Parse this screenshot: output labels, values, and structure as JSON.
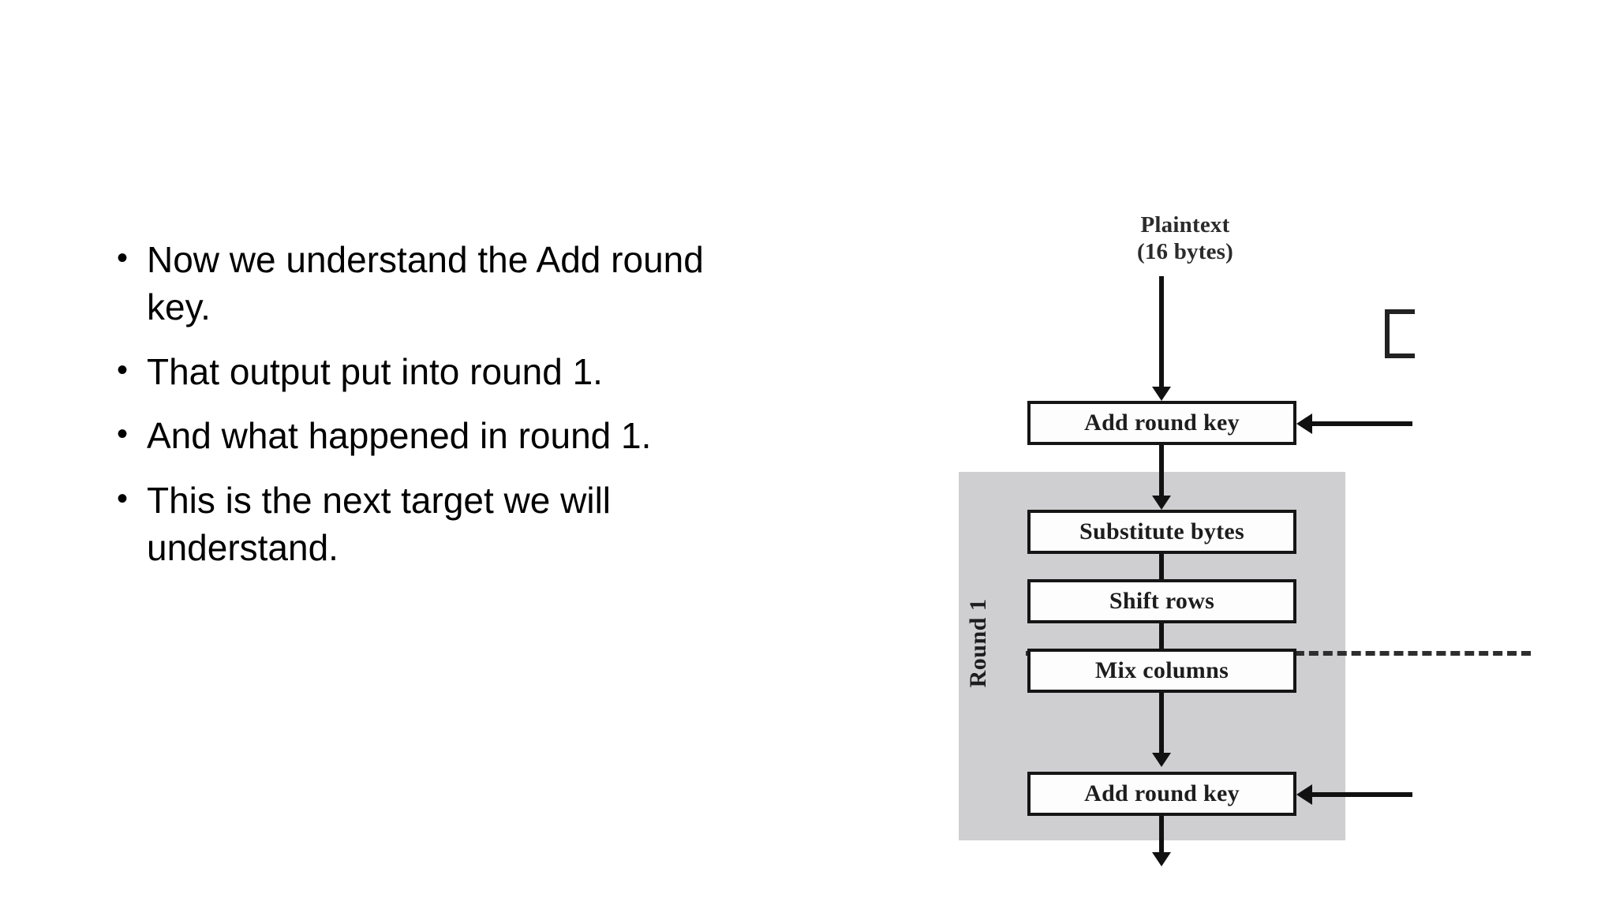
{
  "slide": {
    "background_color": "#ffffff"
  },
  "bullets": {
    "marker": "•",
    "items": [
      {
        "text": "Now we understand the Add round key."
      },
      {
        "text": "That output put into round 1."
      },
      {
        "text": "And what happened in round 1."
      },
      {
        "text": "This is the next target we will understand."
      }
    ]
  },
  "diagram": {
    "name": "aes-encryption-round-flowchart",
    "colors": {
      "box_fill": "#fdfdfd",
      "box_border": "#151515",
      "round_shade": "#cfcfd1",
      "line": "#111111",
      "text": "#1d1d1d"
    },
    "input_label": {
      "line1": "Plaintext",
      "line2": "(16 bytes)"
    },
    "round_label": "Round 1",
    "steps": [
      {
        "id": "add-round-key-initial",
        "label": "Add round key",
        "has_key_input": true,
        "in_round": false
      },
      {
        "id": "substitute-bytes",
        "label": "Substitute bytes",
        "has_key_input": false,
        "in_round": true
      },
      {
        "id": "shift-rows",
        "label": "Shift rows",
        "has_key_input": false,
        "in_round": true
      },
      {
        "id": "mix-columns",
        "label": "Mix columns",
        "has_key_input": false,
        "in_round": true
      },
      {
        "id": "add-round-key-round1",
        "label": "Add round key",
        "has_key_input": true,
        "in_round": true
      }
    ]
  }
}
